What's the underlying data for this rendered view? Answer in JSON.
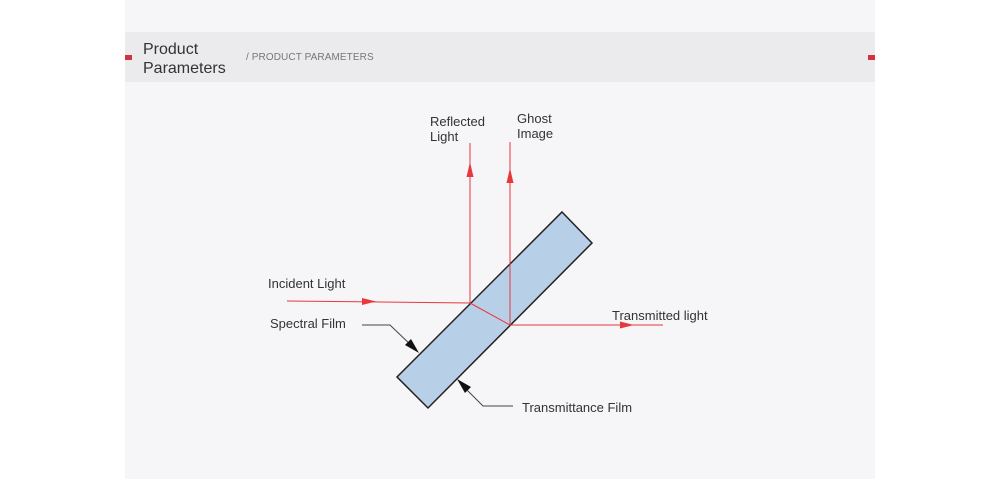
{
  "header": {
    "title": "Product Parameters",
    "subtitle": "/ PRODUCT PARAMETERS"
  },
  "diagram": {
    "labels": {
      "reflected_line1": "Reflected",
      "reflected_line2": "Light",
      "ghost_line1": "Ghost",
      "ghost_line2": "Image",
      "incident": "Incident Light",
      "spectral": "Spectral Film",
      "transmitted": "Transmitted light",
      "transmittance": "Transmittance Film"
    },
    "colors": {
      "ray": "#e8373d",
      "plate_fill": "#b8cfe8",
      "plate_stroke": "#222222",
      "accent": "#d1343e"
    }
  }
}
